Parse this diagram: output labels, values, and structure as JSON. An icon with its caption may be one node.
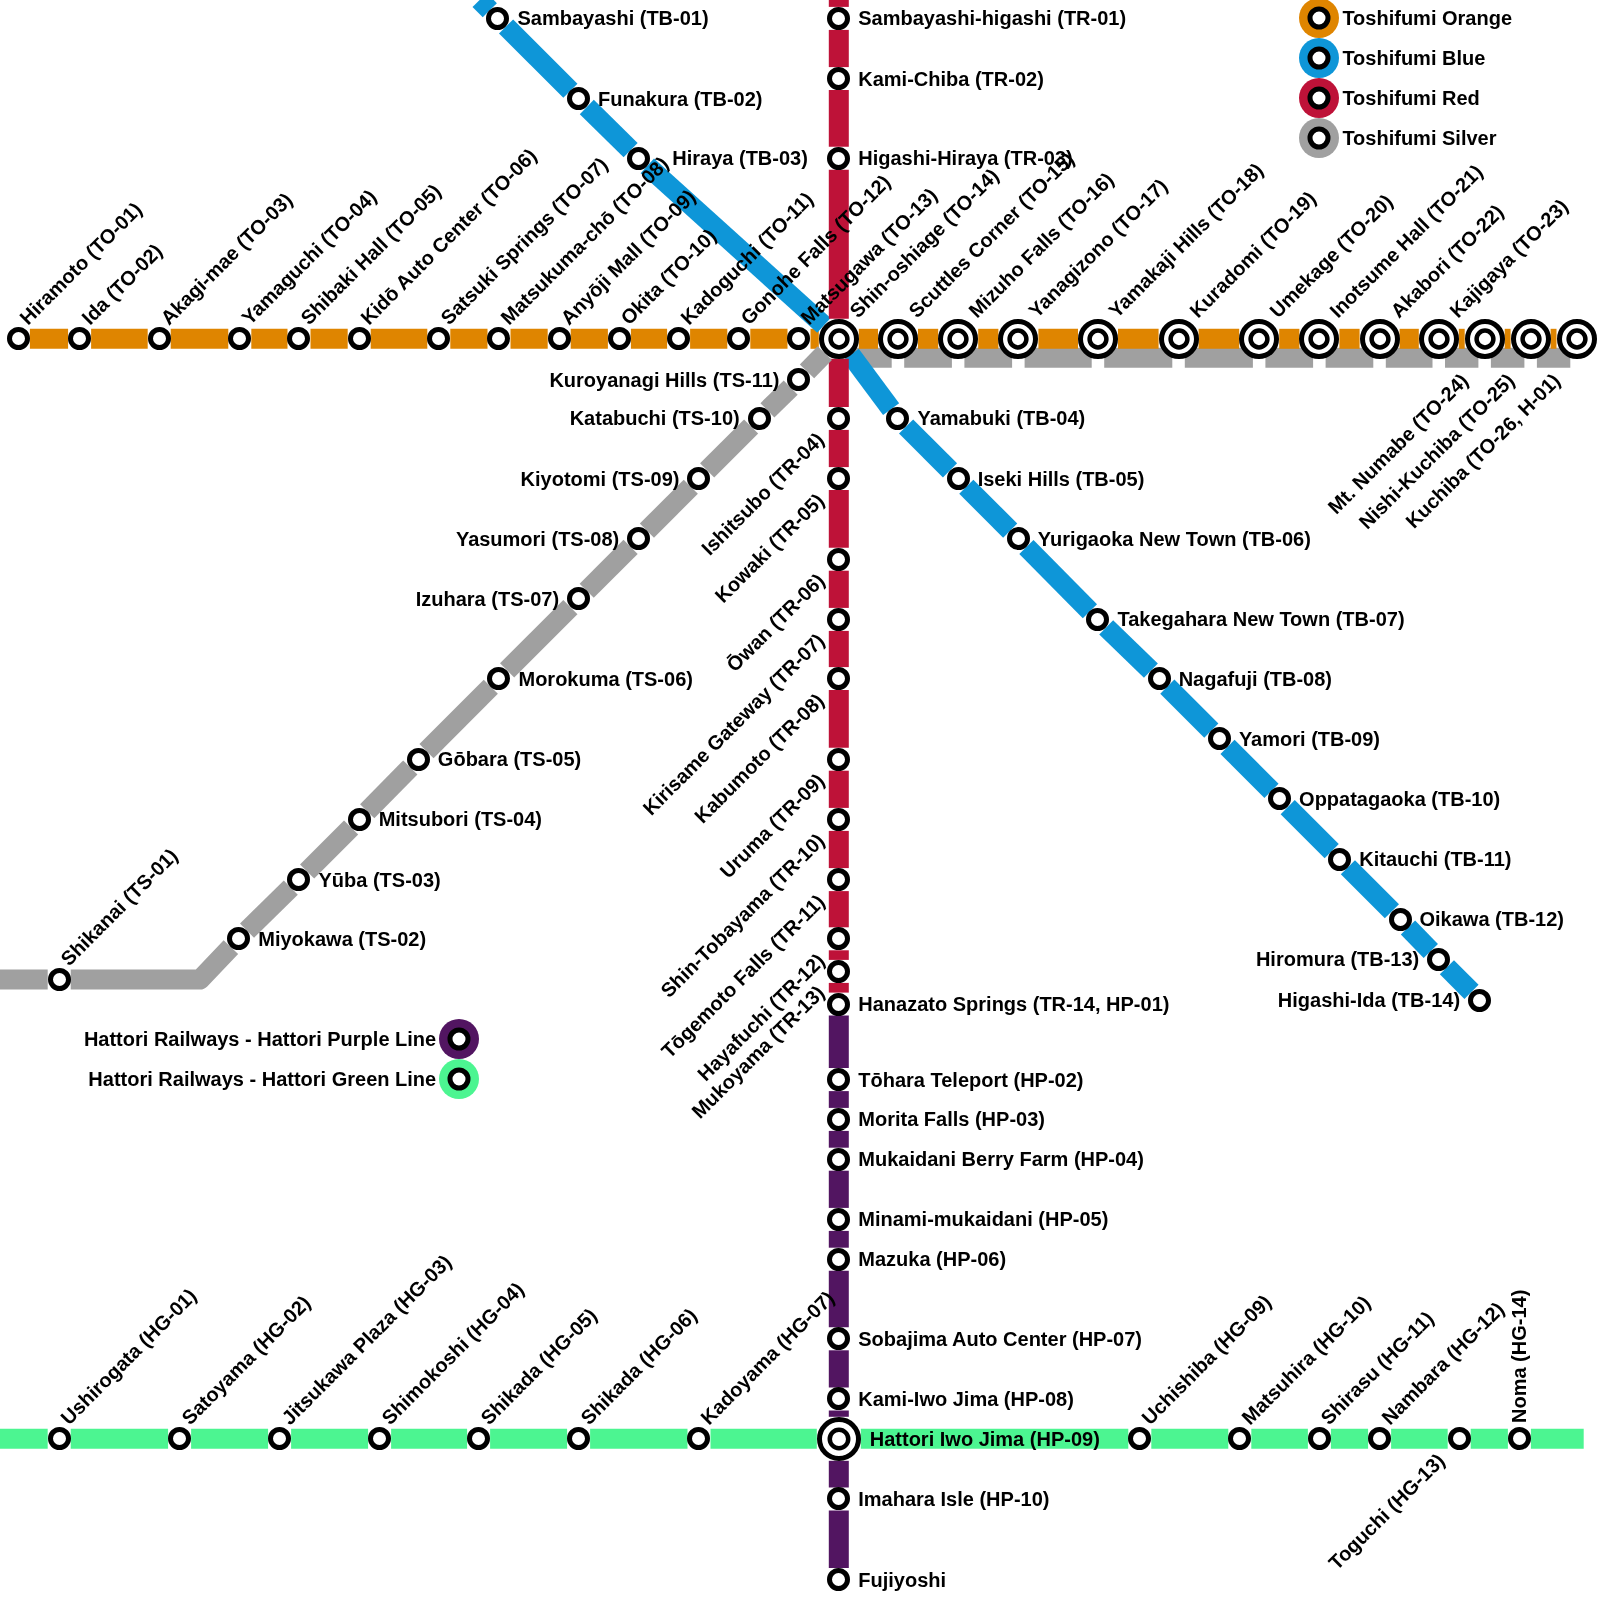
{
  "diagram": {
    "nodes": [
      {
        "text": [],
        "shape": "circle",
        "beside": [
          "Hiramoto (TO-01)"
        ]
      },
      {
        "text": [],
        "shape": "circle",
        "beside": [
          "Ida (TO-02)"
        ]
      },
      {
        "text": [],
        "shape": "circle",
        "beside": [
          "Akagi-mae (TO-03)"
        ]
      },
      {
        "text": [],
        "shape": "circle",
        "beside": [
          "Yamaguchi (TO-04)"
        ]
      },
      {
        "text": [],
        "shape": "circle",
        "beside": [
          "Shibaki Hall (TO-05)"
        ]
      },
      {
        "text": [],
        "shape": "circle",
        "beside": [
          "Kidō Auto Center (TO-06)"
        ]
      },
      {
        "text": [],
        "shape": "circle",
        "beside": [
          "Satsuki Springs (TO-07)"
        ]
      },
      {
        "text": [],
        "shape": "circle",
        "beside": [
          "Matsukuma-chō (TO-08)"
        ]
      },
      {
        "text": [],
        "shape": "circle",
        "beside": [
          "Anyōji Mall (TO-09)"
        ]
      },
      {
        "text": [],
        "shape": "circle",
        "beside": [
          "Okita (TO-10)"
        ]
      },
      {
        "text": [],
        "shape": "circle",
        "beside": [
          "Kadoguchi (TO-11)"
        ]
      },
      {
        "text": [],
        "shape": "circle",
        "beside": [
          "Gonohe Falls (TO-12)"
        ]
      },
      {
        "text": [],
        "shape": "circle",
        "beside": [
          "Matsugawa (TO-13)"
        ]
      },
      {
        "text": [],
        "shape": "circle",
        "beside": [
          "Shin-oshiage (TO-14)"
        ]
      },
      {
        "text": [],
        "shape": "circle",
        "beside": [
          "Scuttles Corner (TO-15)"
        ]
      },
      {
        "text": [],
        "shape": "circle",
        "beside": [
          "Mizuho Falls (TO-16)"
        ]
      },
      {
        "text": [],
        "shape": "circle",
        "beside": [
          "Yanagizono (TO-17)"
        ]
      },
      {
        "text": [],
        "shape": "circle",
        "beside": [
          "Yamakaji Hills (TO-18)"
        ]
      },
      {
        "text": [],
        "shape": "circle",
        "beside": [
          "Kuradomi (TO-19)"
        ]
      },
      {
        "text": [],
        "shape": "circle",
        "beside": [
          "Umekage (TO-20)"
        ]
      },
      {
        "text": [],
        "shape": "circle",
        "beside": [
          "Inotsume Hall (TO-21)"
        ]
      },
      {
        "text": [],
        "shape": "circle",
        "beside": [
          "Akabori (TO-22)"
        ]
      },
      {
        "text": [],
        "shape": "circle",
        "beside": [
          "Kajigaya (TO-23)"
        ]
      },
      {
        "text": [],
        "shape": "circle",
        "beside": [
          "Mt. Numabe (TO-24)"
        ]
      },
      {
        "text": [],
        "shape": "circle",
        "beside": [
          "Nishi-Kuchiba (TO-25)"
        ]
      },
      {
        "text": [],
        "shape": "circle",
        "beside": [
          "Kuchiba (TO-26, H-01)"
        ]
      },
      {
        "text": [],
        "shape": "circle",
        "beside": [
          "Sambayashi (TB-01)"
        ]
      },
      {
        "text": [],
        "shape": "circle",
        "beside": [
          "Funakura (TB-02)"
        ]
      },
      {
        "text": [],
        "shape": "circle",
        "beside": [
          "Hiraya (TB-03)"
        ]
      },
      {
        "text": [],
        "shape": "circle",
        "beside": [
          "Yamabuki (TB-04)"
        ]
      },
      {
        "text": [],
        "shape": "circle",
        "beside": [
          "Iseki Hills (TB-05)"
        ]
      },
      {
        "text": [],
        "shape": "circle",
        "beside": [
          "Yurigaoka New Town (TB-06)"
        ]
      },
      {
        "text": [],
        "shape": "circle",
        "beside": [
          "Takegahara New Town (TB-07)"
        ]
      },
      {
        "text": [],
        "shape": "circle",
        "beside": [
          "Nagafuji (TB-08)"
        ]
      },
      {
        "text": [],
        "shape": "circle",
        "beside": [
          "Yamori (TB-09)"
        ]
      },
      {
        "text": [],
        "shape": "circle",
        "beside": [
          "Oppatagaoka (TB-10)"
        ]
      },
      {
        "text": [],
        "shape": "circle",
        "beside": [
          "Kitauchi (TB-11)"
        ]
      },
      {
        "text": [],
        "shape": "circle",
        "beside": [
          "Oikawa (TB-12)"
        ]
      },
      {
        "text": [],
        "shape": "circle",
        "beside": [
          "Hiromura (TB-13)"
        ]
      },
      {
        "text": [],
        "shape": "circle",
        "beside": [
          "Higashi-Ida (TB-14)"
        ]
      },
      {
        "text": [],
        "shape": "circle",
        "beside": [
          "Sambayashi-higashi (TR-01)"
        ]
      },
      {
        "text": [],
        "shape": "circle",
        "beside": [
          "Kami-Chiba (TR-02)"
        ]
      },
      {
        "text": [],
        "shape": "circle",
        "beside": [
          "Higashi-Hiraya (TR-03)"
        ]
      },
      {
        "text": [],
        "shape": "circle",
        "beside": [
          "Ishitsubo (TR-04)"
        ]
      },
      {
        "text": [],
        "shape": "circle",
        "beside": [
          "Kowaki (TR-05)"
        ]
      },
      {
        "text": [],
        "shape": "circle",
        "beside": [
          "Ōwan (TR-06)"
        ]
      },
      {
        "text": [],
        "shape": "circle",
        "beside": [
          "Kirisame Gateway (TR-07)"
        ]
      },
      {
        "text": [],
        "shape": "circle",
        "beside": [
          "Kabumoto (TR-08)"
        ]
      },
      {
        "text": [],
        "shape": "circle",
        "beside": [
          "Uruma (TR-09)"
        ]
      },
      {
        "text": [],
        "shape": "circle",
        "beside": [
          "Shin-Tobayama (TR-10)"
        ]
      },
      {
        "text": [],
        "shape": "circle",
        "beside": [
          "Tōgemoto Falls (TR-11)"
        ]
      },
      {
        "text": [],
        "shape": "circle",
        "beside": [
          "Hayafuchi (TR-12)"
        ]
      },
      {
        "text": [],
        "shape": "circle",
        "beside": [
          "Mukoyama (TR-13)"
        ]
      },
      {
        "text": [],
        "shape": "circle",
        "beside": [
          "Hanazato Springs (TR-14, HP-01)"
        ]
      },
      {
        "text": [],
        "shape": "circle",
        "beside": [
          "Shikanai (TS-01)"
        ]
      },
      {
        "text": [],
        "shape": "circle",
        "beside": [
          "Miyokawa (TS-02)"
        ]
      },
      {
        "text": [],
        "shape": "circle",
        "beside": [
          "Yūba (TS-03)"
        ]
      },
      {
        "text": [],
        "shape": "circle",
        "beside": [
          "Mitsubori (TS-04)"
        ]
      },
      {
        "text": [],
        "shape": "circle",
        "beside": [
          "Gōbara (TS-05)"
        ]
      },
      {
        "text": [],
        "shape": "circle",
        "beside": [
          "Morokuma (TS-06)"
        ]
      },
      {
        "text": [],
        "shape": "circle",
        "beside": [
          "Izuhara (TS-07)"
        ]
      },
      {
        "text": [],
        "shape": "circle",
        "beside": [
          "Yasumori (TS-08)"
        ]
      },
      {
        "text": [],
        "shape": "circle",
        "beside": [
          "Kiyotomi (TS-09)"
        ]
      },
      {
        "text": [],
        "shape": "circle",
        "beside": [
          "Katabuchi (TS-10)"
        ]
      },
      {
        "text": [],
        "shape": "circle",
        "beside": [
          "Kuroyanagi Hills (TS-11)"
        ]
      },
      {
        "text": [],
        "shape": "circle",
        "beside": [
          "Tōhara Teleport (HP-02)"
        ]
      },
      {
        "text": [],
        "shape": "circle",
        "beside": [
          "Morita Falls (HP-03)"
        ]
      },
      {
        "text": [],
        "shape": "circle",
        "beside": [
          "Mukaidani Berry Farm (HP-04)"
        ]
      },
      {
        "text": [],
        "shape": "circle",
        "beside": [
          "Minami-mukaidani (HP-05)"
        ]
      },
      {
        "text": [],
        "shape": "circle",
        "beside": [
          "Mazuka (HP-06)"
        ]
      },
      {
        "text": [],
        "shape": "circle",
        "beside": [
          "Sobajima Auto Center (HP-07)"
        ]
      },
      {
        "text": [],
        "shape": "circle",
        "beside": [
          "Kami-Iwo Jima (HP-08)"
        ]
      },
      {
        "text": [],
        "shape": "circle",
        "beside": [
          "Hattori Iwo Jima (HP-09)"
        ]
      },
      {
        "text": [],
        "shape": "circle",
        "beside": [
          "Imahara Isle (HP-10)"
        ]
      },
      {
        "text": [],
        "shape": "circle",
        "beside": [
          "Fujiyoshi"
        ]
      },
      {
        "text": [],
        "shape": "circle",
        "beside": [
          "Ushirogata (HG-01)"
        ]
      },
      {
        "text": [],
        "shape": "circle",
        "beside": [
          "Satoyama (HG-02)"
        ]
      },
      {
        "text": [],
        "shape": "circle",
        "beside": [
          "Jitsukawa Plaza (HG-03)"
        ]
      },
      {
        "text": [],
        "shape": "circle",
        "beside": [
          "Shimokoshi (HG-04)"
        ]
      },
      {
        "text": [],
        "shape": "circle",
        "beside": [
          "Shikada (HG-05)"
        ]
      },
      {
        "text": [],
        "shape": "circle",
        "beside": [
          "Shikada (HG-06)"
        ]
      },
      {
        "text": [],
        "shape": "circle",
        "beside": [
          "Kadoyama (HG-07)"
        ]
      },
      {
        "text": [],
        "shape": "circle",
        "beside": [
          "Uchishiba (HG-09)"
        ]
      },
      {
        "text": [],
        "shape": "circle",
        "beside": [
          "Matsuhira (HG-10)"
        ]
      },
      {
        "text": [],
        "shape": "circle",
        "beside": [
          "Shirasu (HG-11)"
        ]
      },
      {
        "text": [],
        "shape": "circle",
        "beside": [
          "Nambara (HG-12)"
        ]
      },
      {
        "text": [],
        "shape": "circle",
        "beside": [
          "Toguchi (HG-13)"
        ]
      },
      {
        "text": [],
        "shape": "circle",
        "beside": [
          "Noma (HG-14)"
        ]
      }
    ],
    "edges": [
      {
        "from": 0,
        "to": 1,
        "arrow": "none",
        "color": "#df8500"
      },
      {
        "from": 1,
        "to": 2,
        "arrow": "none",
        "color": "#df8500"
      },
      {
        "from": 2,
        "to": 3,
        "arrow": "none",
        "color": "#df8500"
      },
      {
        "from": 3,
        "to": 4,
        "arrow": "none",
        "color": "#df8500"
      },
      {
        "from": 4,
        "to": 5,
        "arrow": "none",
        "color": "#df8500"
      },
      {
        "from": 5,
        "to": 6,
        "arrow": "none",
        "color": "#df8500"
      },
      {
        "from": 6,
        "to": 7,
        "arrow": "none",
        "color": "#df8500"
      },
      {
        "from": 7,
        "to": 8,
        "arrow": "none",
        "color": "#df8500"
      },
      {
        "from": 8,
        "to": 9,
        "arrow": "none",
        "color": "#df8500"
      },
      {
        "from": 9,
        "to": 10,
        "arrow": "none",
        "color": "#df8500"
      },
      {
        "from": 10,
        "to": 11,
        "arrow": "none",
        "color": "#df8500"
      },
      {
        "from": 11,
        "to": 12,
        "arrow": "none",
        "color": "#df8500"
      },
      {
        "from": 12,
        "to": 13,
        "arrow": "none",
        "color": "#df8500"
      },
      {
        "from": 13,
        "to": 14,
        "arrow": "none",
        "color": "#df8500"
      },
      {
        "from": 14,
        "to": 15,
        "arrow": "none",
        "color": "#df8500"
      },
      {
        "from": 15,
        "to": 16,
        "arrow": "none",
        "color": "#df8500"
      },
      {
        "from": 16,
        "to": 17,
        "arrow": "none",
        "color": "#df8500"
      },
      {
        "from": 17,
        "to": 18,
        "arrow": "none",
        "color": "#df8500"
      },
      {
        "from": 18,
        "to": 19,
        "arrow": "none",
        "color": "#df8500"
      },
      {
        "from": 19,
        "to": 20,
        "arrow": "none",
        "color": "#df8500"
      },
      {
        "from": 20,
        "to": 21,
        "arrow": "none",
        "color": "#df8500"
      },
      {
        "from": 21,
        "to": 22,
        "arrow": "none",
        "color": "#df8500"
      },
      {
        "from": 22,
        "to": 23,
        "arrow": "none",
        "color": "#df8500"
      },
      {
        "from": 23,
        "to": 24,
        "arrow": "none",
        "color": "#df8500"
      },
      {
        "from": 24,
        "to": 25,
        "arrow": "none",
        "color": "#df8500"
      },
      {
        "from": null,
        "to": 26,
        "arrow": "none",
        "color": "#0e96d8"
      },
      {
        "from": 26,
        "to": 27,
        "arrow": "none",
        "color": "#0e96d8"
      },
      {
        "from": 27,
        "to": 28,
        "arrow": "none",
        "color": "#0e96d8"
      },
      {
        "from": 28,
        "to": 13,
        "arrow": "none",
        "color": "#0e96d8"
      },
      {
        "from": 13,
        "to": 29,
        "arrow": "none",
        "color": "#0e96d8"
      },
      {
        "from": 29,
        "to": 30,
        "arrow": "none",
        "color": "#0e96d8"
      },
      {
        "from": 30,
        "to": 31,
        "arrow": "none",
        "color": "#0e96d8"
      },
      {
        "from": 31,
        "to": 32,
        "arrow": "none",
        "color": "#0e96d8"
      },
      {
        "from": 32,
        "to": 33,
        "arrow": "none",
        "color": "#0e96d8"
      },
      {
        "from": 33,
        "to": 34,
        "arrow": "none",
        "color": "#0e96d8"
      },
      {
        "from": 34,
        "to": 35,
        "arrow": "none",
        "color": "#0e96d8"
      },
      {
        "from": 35,
        "to": 36,
        "arrow": "none",
        "color": "#0e96d8"
      },
      {
        "from": 36,
        "to": 37,
        "arrow": "none",
        "color": "#0e96d8"
      },
      {
        "from": 37,
        "to": 38,
        "arrow": "none",
        "color": "#0e96d8"
      },
      {
        "from": 38,
        "to": 39,
        "arrow": "none",
        "color": "#0e96d8"
      },
      {
        "from": null,
        "to": 40,
        "arrow": "none",
        "color": "#be1238"
      },
      {
        "from": 40,
        "to": 41,
        "arrow": "none",
        "color": "#be1238"
      },
      {
        "from": 41,
        "to": 42,
        "arrow": "none",
        "color": "#be1238"
      },
      {
        "from": 42,
        "to": 13,
        "arrow": "none",
        "color": "#be1238"
      },
      {
        "from": 13,
        "to": 43,
        "arrow": "none",
        "color": "#be1238"
      },
      {
        "from": 43,
        "to": 44,
        "arrow": "none",
        "color": "#be1238"
      },
      {
        "from": 44,
        "to": 45,
        "arrow": "none",
        "color": "#be1238"
      },
      {
        "from": 45,
        "to": 46,
        "arrow": "none",
        "color": "#be1238"
      },
      {
        "from": 46,
        "to": 47,
        "arrow": "none",
        "color": "#be1238"
      },
      {
        "from": 47,
        "to": 48,
        "arrow": "none",
        "color": "#be1238"
      },
      {
        "from": 48,
        "to": 49,
        "arrow": "none",
        "color": "#be1238"
      },
      {
        "from": 49,
        "to": 50,
        "arrow": "none",
        "color": "#be1238"
      },
      {
        "from": 50,
        "to": 51,
        "arrow": "none",
        "color": "#be1238"
      },
      {
        "from": 51,
        "to": 52,
        "arrow": "none",
        "color": "#be1238"
      },
      {
        "from": 52,
        "to": 53,
        "arrow": "none",
        "color": "#be1238"
      },
      {
        "from": null,
        "to": 54,
        "arrow": "none",
        "color": "#a0a0a0"
      },
      {
        "from": 54,
        "to": 55,
        "arrow": "none",
        "color": "#a0a0a0"
      },
      {
        "from": 55,
        "to": 56,
        "arrow": "none",
        "color": "#a0a0a0"
      },
      {
        "from": 56,
        "to": 57,
        "arrow": "none",
        "color": "#a0a0a0"
      },
      {
        "from": 57,
        "to": 58,
        "arrow": "none",
        "color": "#a0a0a0"
      },
      {
        "from": 58,
        "to": 59,
        "arrow": "none",
        "color": "#a0a0a0"
      },
      {
        "from": 59,
        "to": 60,
        "arrow": "none",
        "color": "#a0a0a0"
      },
      {
        "from": 60,
        "to": 61,
        "arrow": "none",
        "color": "#a0a0a0"
      },
      {
        "from": 61,
        "to": 62,
        "arrow": "none",
        "color": "#a0a0a0"
      },
      {
        "from": 62,
        "to": 63,
        "arrow": "none",
        "color": "#a0a0a0"
      },
      {
        "from": 63,
        "to": 64,
        "arrow": "none",
        "color": "#a0a0a0"
      },
      {
        "from": 64,
        "to": 13,
        "arrow": "none",
        "color": "#a0a0a0"
      },
      {
        "from": 13,
        "to": 14,
        "arrow": "none",
        "color": "#a0a0a0"
      },
      {
        "from": 14,
        "to": 15,
        "arrow": "none",
        "color": "#a0a0a0"
      },
      {
        "from": 15,
        "to": 16,
        "arrow": "none",
        "color": "#a0a0a0"
      },
      {
        "from": 16,
        "to": 17,
        "arrow": "none",
        "color": "#a0a0a0"
      },
      {
        "from": 17,
        "to": 18,
        "arrow": "none",
        "color": "#a0a0a0"
      },
      {
        "from": 18,
        "to": 19,
        "arrow": "none",
        "color": "#a0a0a0"
      },
      {
        "from": 19,
        "to": 20,
        "arrow": "none",
        "color": "#a0a0a0"
      },
      {
        "from": 20,
        "to": 21,
        "arrow": "none",
        "color": "#a0a0a0"
      },
      {
        "from": 21,
        "to": 22,
        "arrow": "none",
        "color": "#a0a0a0"
      },
      {
        "from": 22,
        "to": 23,
        "arrow": "none",
        "color": "#a0a0a0"
      },
      {
        "from": 23,
        "to": 24,
        "arrow": "none",
        "color": "#a0a0a0"
      },
      {
        "from": 24,
        "to": 25,
        "arrow": "none",
        "color": "#a0a0a0"
      },
      {
        "from": 53,
        "to": 65,
        "arrow": "none",
        "color": "#521561"
      },
      {
        "from": 65,
        "to": 66,
        "arrow": "none",
        "color": "#521561"
      },
      {
        "from": 66,
        "to": 67,
        "arrow": "none",
        "color": "#521561"
      },
      {
        "from": 67,
        "to": 68,
        "arrow": "none",
        "color": "#521561"
      },
      {
        "from": 68,
        "to": 69,
        "arrow": "none",
        "color": "#521561"
      },
      {
        "from": 69,
        "to": 70,
        "arrow": "none",
        "color": "#521561"
      },
      {
        "from": 70,
        "to": 71,
        "arrow": "none",
        "color": "#521561"
      },
      {
        "from": 71,
        "to": 72,
        "arrow": "none",
        "color": "#521561"
      },
      {
        "from": 72,
        "to": 73,
        "arrow": "none",
        "color": "#521561"
      },
      {
        "from": 73,
        "to": 74,
        "arrow": "none",
        "color": "#521561"
      },
      {
        "from": null,
        "to": 75,
        "arrow": "none",
        "color": "#4cf591"
      },
      {
        "from": 75,
        "to": 76,
        "arrow": "none",
        "color": "#4cf591"
      },
      {
        "from": 76,
        "to": 77,
        "arrow": "none",
        "color": "#4cf591"
      },
      {
        "from": 77,
        "to": 78,
        "arrow": "none",
        "color": "#4cf591"
      },
      {
        "from": 78,
        "to": 79,
        "arrow": "none",
        "color": "#4cf591"
      },
      {
        "from": 79,
        "to": 80,
        "arrow": "none",
        "color": "#4cf591"
      },
      {
        "from": 80,
        "to": 81,
        "arrow": "none",
        "color": "#4cf591"
      },
      {
        "from": 81,
        "to": 72,
        "arrow": "none",
        "color": "#4cf591"
      },
      {
        "from": 72,
        "to": 82,
        "arrow": "none",
        "color": "#4cf591"
      },
      {
        "from": 82,
        "to": 83,
        "arrow": "none",
        "color": "#4cf591"
      },
      {
        "from": 83,
        "to": 84,
        "arrow": "none",
        "color": "#4cf591"
      },
      {
        "from": 84,
        "to": 85,
        "arrow": "none",
        "color": "#4cf591"
      },
      {
        "from": 85,
        "to": 86,
        "arrow": "none",
        "color": "#4cf591"
      },
      {
        "from": 86,
        "to": 87,
        "arrow": "none",
        "color": "#4cf591"
      },
      {
        "from": 87,
        "to": null,
        "arrow": "none",
        "color": "#4cf591"
      }
    ],
    "legend": [
      {
        "text": "Toshifumi Orange",
        "color": "#df8500"
      },
      {
        "text": "Toshifumi Blue",
        "color": "#0e96d8"
      },
      {
        "text": "Toshifumi Red",
        "color": "#be1238"
      },
      {
        "text": "Toshifumi Silver",
        "color": "#a0a0a0"
      },
      {
        "text": "Hattori Railways - Hattori Purple Line",
        "color": "#521561"
      },
      {
        "text": "Hattori Railways - Hattori Green Line",
        "color": "#4cf591"
      }
    ]
  }
}
